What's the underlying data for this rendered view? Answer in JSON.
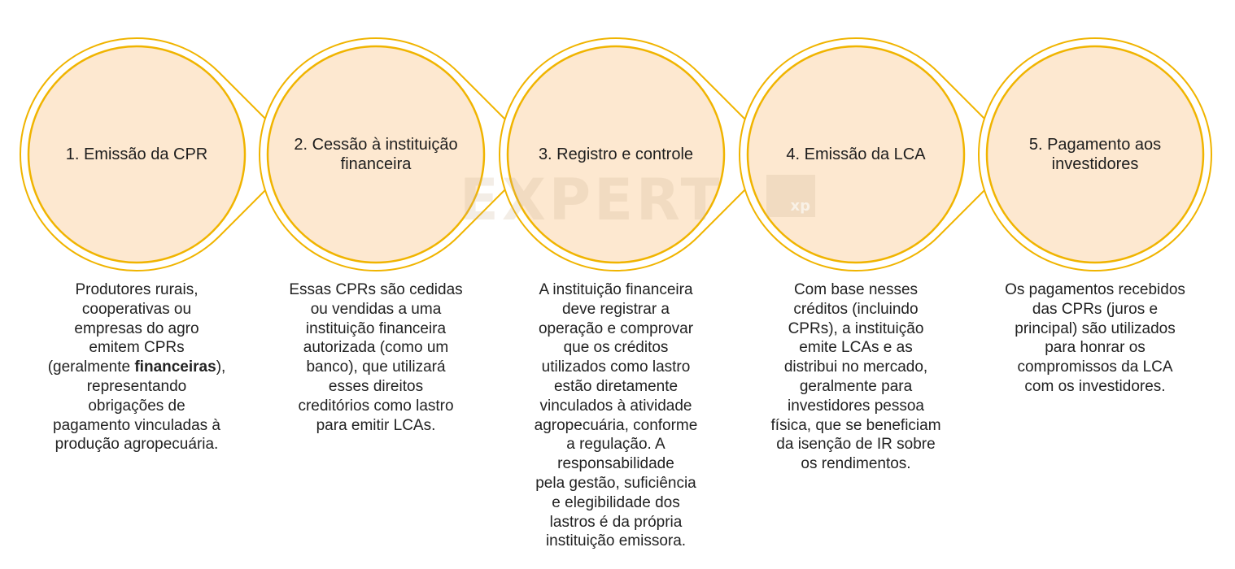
{
  "colors": {
    "stroke": "#f0b400",
    "fill": "#fde8d0",
    "text": "#222222"
  },
  "watermark": {
    "logo": "EXPERT",
    "badge": "xp"
  },
  "steps": [
    {
      "title": "1. Emissão da CPR",
      "description": [
        "Produtores rurais,",
        "cooperativas ou",
        "empresas do agro",
        "emitem CPRs",
        "(geralmente financeiras),",
        "representando",
        "obrigações de",
        "pagamento vinculadas à",
        "produção agropecuária."
      ],
      "bold_terms": [
        "financeiras"
      ]
    },
    {
      "title": "2. Cessão à instituição financeira",
      "description": [
        "Essas CPRs são cedidas",
        "ou vendidas a uma",
        "instituição financeira",
        "autorizada (como um",
        "banco), que utilizará",
        "esses direitos",
        "creditórios como lastro",
        "para emitir LCAs."
      ]
    },
    {
      "title": "3. Registro e controle",
      "description": [
        "A instituição financeira",
        "deve registrar a",
        "operação e comprovar",
        "que os créditos",
        "utilizados como lastro",
        "estão diretamente",
        "vinculados à atividade",
        "agropecuária, conforme",
        "a regulação. A",
        "responsabilidade",
        "pela gestão, suficiência",
        "e elegibilidade dos",
        "lastros é da própria",
        "instituição emissora."
      ]
    },
    {
      "title": "4. Emissão da LCA",
      "description": [
        "Com base nesses",
        "créditos (incluindo",
        "CPRs), a instituição",
        "emite LCAs e as",
        "distribui no mercado,",
        "geralmente para",
        "investidores pessoa",
        "física, que se beneficiam",
        "da isenção de IR sobre",
        "os rendimentos."
      ]
    },
    {
      "title": "5. Pagamento aos investidores",
      "description": [
        "Os pagamentos recebidos",
        "das CPRs (juros e",
        "principal) são utilizados",
        "para honrar os",
        "compromissos da LCA",
        "com os investidores."
      ]
    }
  ]
}
